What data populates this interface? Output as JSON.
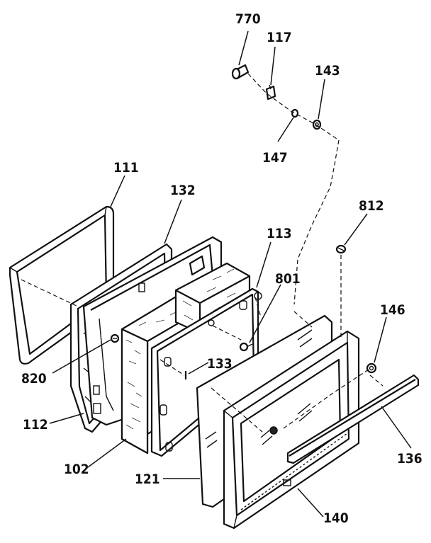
{
  "labels": {
    "p770": "770",
    "p117": "117",
    "p143": "143",
    "p147": "147",
    "p111": "111",
    "p132": "132",
    "p812": "812",
    "p113": "113",
    "p801": "801",
    "p146": "146",
    "p820": "820",
    "p133": "133",
    "p112": "112",
    "p136": "136",
    "p102": "102",
    "p121": "121",
    "p140": "140"
  }
}
